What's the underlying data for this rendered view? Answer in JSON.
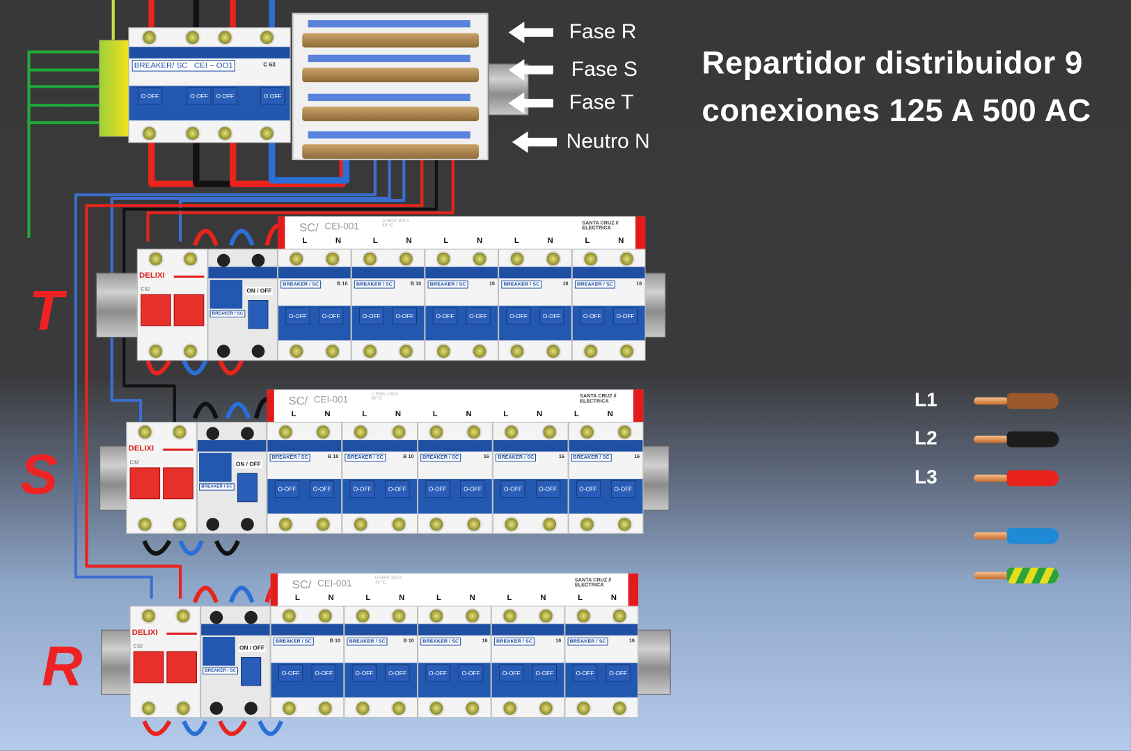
{
  "title": {
    "line1": "Repartidor distribuidor 9",
    "line2": "conexiones  125 A  500 AC"
  },
  "distributor_labels": [
    "Fase R",
    "Fase S",
    "Fase T",
    "Neutro N"
  ],
  "main_breaker": {
    "brand": "BREAKER/ SC",
    "code": "CEI – OO1",
    "rating": "C 63",
    "toggle": "O OFF"
  },
  "phases": [
    "T",
    "S",
    "R"
  ],
  "row": {
    "prefix": "SC/",
    "code": "CEI-001",
    "specs": "U 500V 100 A 40 °C",
    "maker": "SANTA CRUZ // ELECTRICA",
    "L": "L",
    "N": "N",
    "main_brand": "DELIXI",
    "main_rating": "C32",
    "diff_label": "ON / OFF",
    "diff_text": "BREAKER / SC",
    "breaker_brand": "BREAKER / SC",
    "toggle": "O-OFF",
    "breaker_ratings": [
      "B 10",
      "B 10",
      "16",
      "16",
      "16"
    ]
  },
  "legend": [
    {
      "label": "L1",
      "color": "#9a5a2e"
    },
    {
      "label": "L2",
      "color": "#1c1c1c"
    },
    {
      "label": "L3",
      "color": "#e8241c"
    },
    {
      "label": "",
      "color": "#1e8ad6"
    },
    {
      "label": "",
      "color": "stripe"
    }
  ],
  "colors": {
    "phase_red": "#ee2222",
    "earth": "#1faa3a",
    "neutral": "#3a6fd0"
  }
}
